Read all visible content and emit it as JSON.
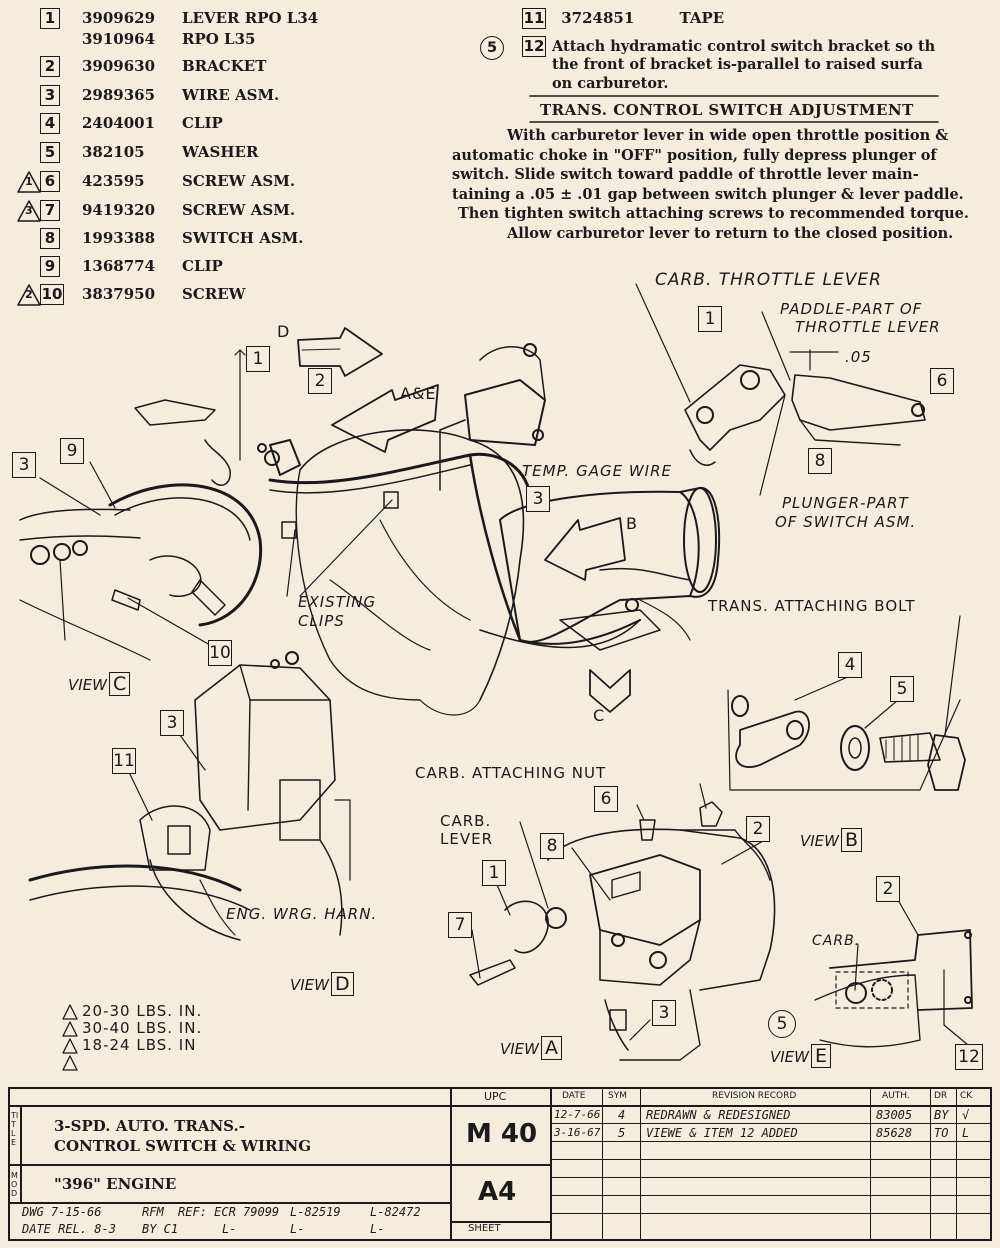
{
  "parts": [
    {
      "no": "1",
      "part": "3909629",
      "desc": "LEVER RPO L34",
      "part2": "3910964",
      "desc2": "RPO L35",
      "note": ""
    },
    {
      "no": "2",
      "part": "3909630",
      "desc": "BRACKET",
      "note": ""
    },
    {
      "no": "3",
      "part": "2989365",
      "desc": "WIRE ASM.",
      "note": ""
    },
    {
      "no": "4",
      "part": "2404001",
      "desc": "CLIP",
      "note": ""
    },
    {
      "no": "5",
      "part": "382105",
      "desc": "WASHER",
      "note": ""
    },
    {
      "no": "6",
      "part": "423595",
      "desc": "SCREW ASM.",
      "note": "1"
    },
    {
      "no": "7",
      "part": "9419320",
      "desc": "SCREW ASM.",
      "note": "3"
    },
    {
      "no": "8",
      "part": "1993388",
      "desc": "SWITCH ASM.",
      "note": ""
    },
    {
      "no": "9",
      "part": "1368774",
      "desc": "CLIP",
      "note": ""
    },
    {
      "no": "10",
      "part": "3837950",
      "desc": "SCREW",
      "note": "2"
    }
  ],
  "part11": {
    "no": "11",
    "part": "3724851",
    "desc": "TAPE"
  },
  "part12": {
    "circle": "5",
    "no": "12",
    "line1": "Attach hydramatic control switch bracket so th",
    "line2": "the front of bracket is-parallel to raised surfa",
    "line3": "on carburetor."
  },
  "adjustment": {
    "heading": "TRANS. CONTROL SWITCH ADJUSTMENT",
    "lines": [
      "With carburetor lever in wide open throttle position &",
      "automatic choke in \"OFF\" position, fully depress plunger of",
      "switch. Slide switch toward paddle of throttle lever main-",
      "taining a .05 ± .01 gap between switch plunger & lever paddle.",
      "Then tighten switch attaching screws to recommended torque.",
      "Allow carburetor lever to return to the closed position."
    ]
  },
  "labels": {
    "carb_throttle_lever": "CARB. THROTTLE LEVER",
    "paddle1": "PADDLE-PART OF",
    "paddle2": "THROTTLE LEVER",
    "gap": ".05",
    "temp_gage_wire": "TEMP. GAGE WIRE",
    "plunger1": "PLUNGER-PART",
    "plunger2": "OF SWITCH ASM.",
    "existing1": "EXISTING",
    "existing2": "CLIPS",
    "trans_bolt": "TRANS. ATTACHING BOLT",
    "carb_nut": "CARB. ATTACHING NUT",
    "carb_lever1": "CARB.",
    "carb_lever2": "LEVER",
    "eng_harn": "ENG. WRG. HARN.",
    "carb": "CARB.",
    "arrow_d": "D",
    "arrow_ae": "A&E",
    "arrow_b": "B",
    "arrow_c": "C"
  },
  "views": {
    "view": "VIEW",
    "a": "A",
    "b": "B",
    "c": "C",
    "d": "D",
    "e": "E"
  },
  "callouts": {
    "c1a": "1",
    "c2a": "2",
    "c3a": "3",
    "c9": "9",
    "c10": "10",
    "c3b": "3",
    "c1b": "1",
    "c6a": "6",
    "c8a": "8",
    "c4": "4",
    "c5": "5",
    "c3c": "3",
    "c11": "11",
    "c6b": "6",
    "c2b": "2",
    "c8b": "8",
    "c1c": "1",
    "c7": "7",
    "c3d": "3",
    "c2c": "2",
    "c12": "12",
    "c5circ": "5"
  },
  "torque": [
    {
      "mark": "1",
      "text": "20-30 LBS. IN."
    },
    {
      "mark": "2",
      "text": "30-40 LBS. IN."
    },
    {
      "mark": "3",
      "text": "18-24 LBS. IN"
    },
    {
      "mark": "4",
      "text": ""
    }
  ],
  "titleblock": {
    "title_label": "TITLE",
    "title1": "3-SPD. AUTO. TRANS.-",
    "title2": "CONTROL SWITCH & WIRING",
    "model_label": "MOD",
    "model": "\"396\" ENGINE",
    "dwg": "DWG 7-15-66",
    "rfm": "RFM",
    "ref": "REF: ECR 79099",
    "l1": "L-82519",
    "l2": "L-82472",
    "date": "DATE REL. 8-3",
    "by": "BY C1",
    "l3": "L-",
    "l4": "L-",
    "l5": "L-",
    "upc_label": "UPC",
    "upc": "M 40",
    "sheet_no": "A4",
    "sheet": "SHEET",
    "rev_headers": [
      "DATE",
      "SYM",
      "REVISION RECORD",
      "AUTH.",
      "DR",
      "CK"
    ],
    "revisions": [
      {
        "date": "12-7-66",
        "sym": "4",
        "record": "REDRAWN & REDESIGNED",
        "auth": "83005",
        "dr": "BY",
        "ck": "√"
      },
      {
        "date": "3-16-67",
        "sym": "5",
        "record": "VIEWE & ITEM 12 ADDED",
        "auth": "85628",
        "dr": "TO",
        "ck": "L"
      }
    ]
  }
}
